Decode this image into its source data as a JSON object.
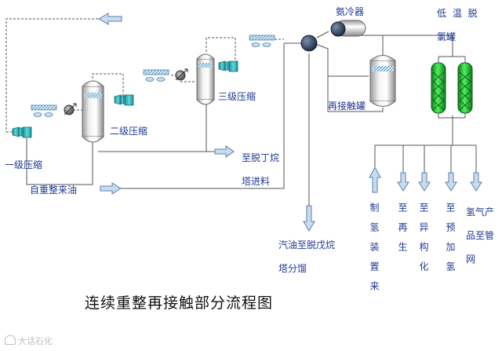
{
  "diagram": {
    "title": "连续重整再接触部分流程图",
    "labels": {
      "stage1": "一级压缩",
      "stage2": "二级压缩",
      "stage3": "三级压缩",
      "ammonia_cooler": "氨冷器",
      "low_temp_dechlorination": "低 温 脱",
      "low_temp_dechlorination_2": "氯罐",
      "recontact_tank": "再接触罐",
      "to_debutanizer": "至脱丁烷塔进料",
      "from_reformer_oil": "自重整来油",
      "gasoline_to_depentanizer": "汽油至脱戊烷塔分馏"
    },
    "outlets": [
      "制氢装置来",
      "至再生",
      "至异构化",
      "至预加氢",
      "氢气产品至管网"
    ],
    "watermark": "大话石化"
  },
  "colors": {
    "label": "#1f3a93",
    "line": "#555555",
    "arrow_fill": "#c9dcef",
    "arrow_stroke": "#5a7fa8",
    "compressor": "#2ab3b8",
    "reactor_green": "#22c033",
    "vessel": "#dcdcdc"
  }
}
